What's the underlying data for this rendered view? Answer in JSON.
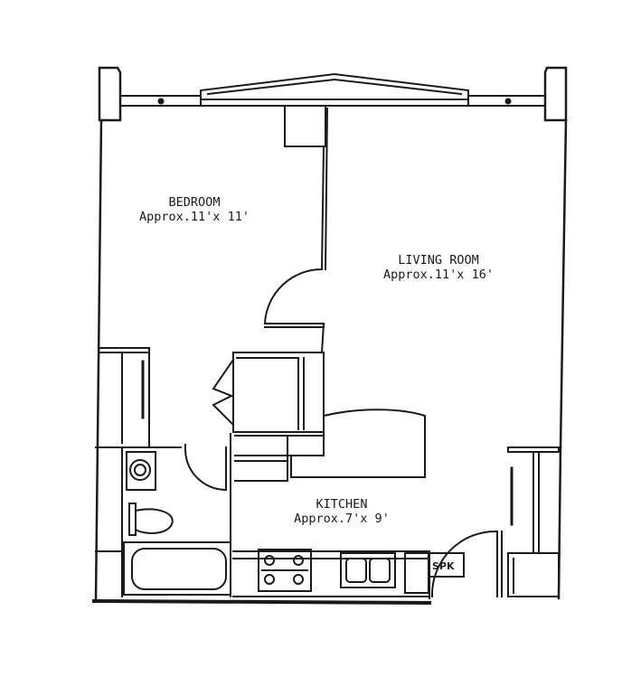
{
  "rooms": {
    "bedroom": {
      "name": "BEDROOM",
      "size": "Approx.11'x 11'"
    },
    "living_room": {
      "name": "LIVING ROOM",
      "size": "Approx.11'x 16'"
    },
    "kitchen": {
      "name": "KITCHEN",
      "size": "Approx.7'x 9'"
    }
  },
  "fixtures": {
    "kitchen_box_label": "SPK"
  },
  "colors": {
    "ink": "#1a1a1a",
    "paper": "#ffffff"
  }
}
